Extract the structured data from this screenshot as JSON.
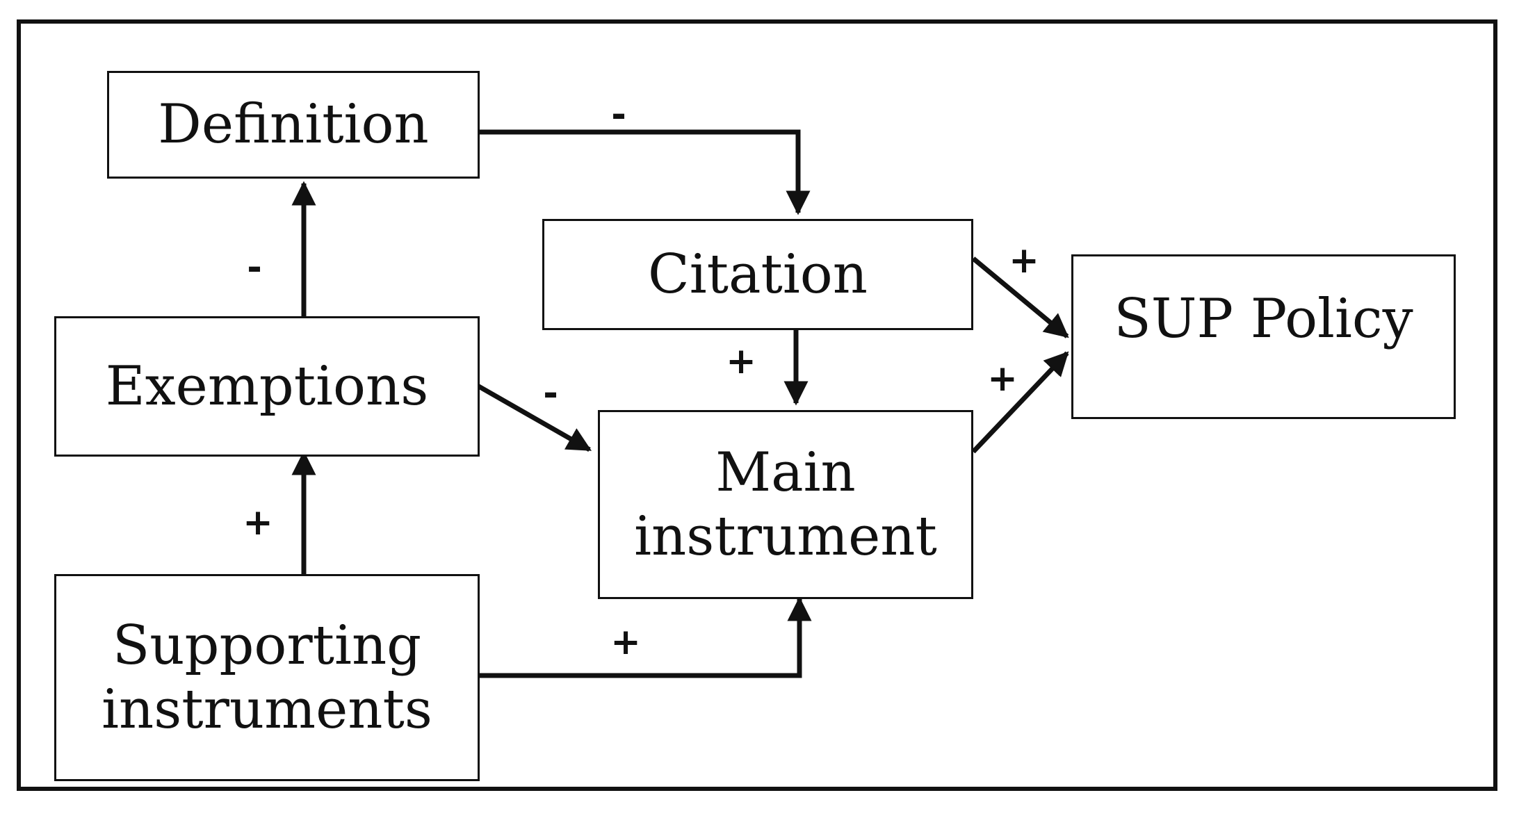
{
  "nodes": {
    "definition": "Definition",
    "citation": "Citation",
    "sup_policy": "SUP Policy",
    "exemptions": "Exemptions",
    "main_instrument": "Main\ninstrument",
    "supporting_instruments": "Supporting\ninstruments"
  },
  "edges": [
    {
      "from": "definition",
      "to": "citation",
      "sign": "-"
    },
    {
      "from": "exemptions",
      "to": "definition",
      "sign": "-"
    },
    {
      "from": "exemptions",
      "to": "main_instrument",
      "sign": "-"
    },
    {
      "from": "citation",
      "to": "main_instrument",
      "sign": "+"
    },
    {
      "from": "citation",
      "to": "sup_policy",
      "sign": "+"
    },
    {
      "from": "main_instrument",
      "to": "sup_policy",
      "sign": "+"
    },
    {
      "from": "supporting_instruments",
      "to": "exemptions",
      "sign": "+"
    },
    {
      "from": "supporting_instruments",
      "to": "main_instrument",
      "sign": "+"
    }
  ]
}
